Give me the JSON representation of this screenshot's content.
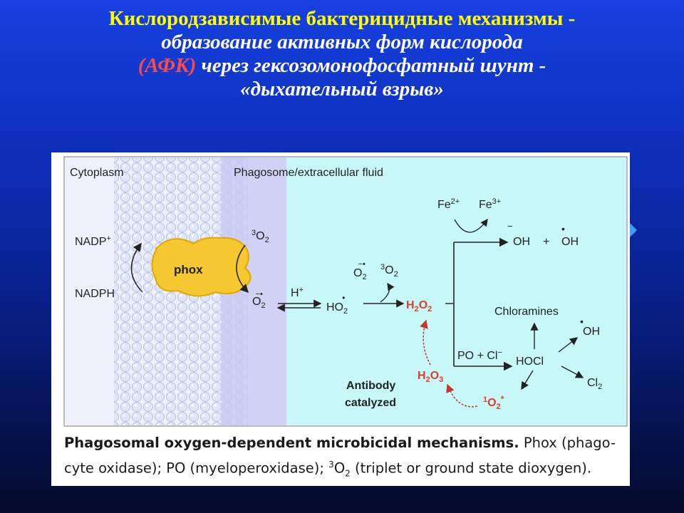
{
  "title": {
    "line1": "Кислородзависимые бактерицидные механизмы -",
    "line2": "образование активных форм кислорода",
    "line3_abbr": "(АФК)",
    "line3_rest": " через гексозомонофосфатный шунт -",
    "line4": "«дыхательный взрыв»"
  },
  "diagram": {
    "cytoplasm": "Cytoplasm",
    "phagosome": "Phagosome/extracellular fluid",
    "nadp": "NADP",
    "nadp_sup": "+",
    "nadph": "NADPH",
    "phox": "phox",
    "o2_triplet_pre": "3",
    "o2_sym": "O",
    "sub2": "2",
    "superoxide_sup": "−•",
    "h_plus": "H",
    "plus_sup": "+",
    "ho_sym": "HO",
    "dot": "•",
    "h2o2_h": "H",
    "h2o2_o": "O",
    "fe2": "Fe",
    "fe2_sup": "2+",
    "fe3": "Fe",
    "fe3_sup": "3+",
    "minus": "−",
    "oh": "OH",
    "plus": "+",
    "chloramines": "Chloramines",
    "po_cl": "PO + Cl",
    "hocl": "HOCl",
    "cl": "Cl",
    "h2o3_o": "O",
    "sub3": "3",
    "singlet_pre": "1",
    "singlet_star": "*",
    "antibody": "Antibody",
    "catalyzed": "catalyzed"
  },
  "caption": {
    "bold": "Phagosomal oxygen-dependent microbicidal mechanisms.",
    "part1": " Phox (phago-",
    "part2": "cyte oxidase); PO (myeloperoxidase); ",
    "sup3": "3",
    "o2": "O",
    "sub2": "2",
    "part3": " (triplet or ground state dioxygen)."
  },
  "colors": {
    "title": "#ffff00",
    "accent_red": "#d8402c",
    "phox": "#f5c730",
    "fluid": "#c8f7f7",
    "membrane": "#bcc8ec"
  }
}
